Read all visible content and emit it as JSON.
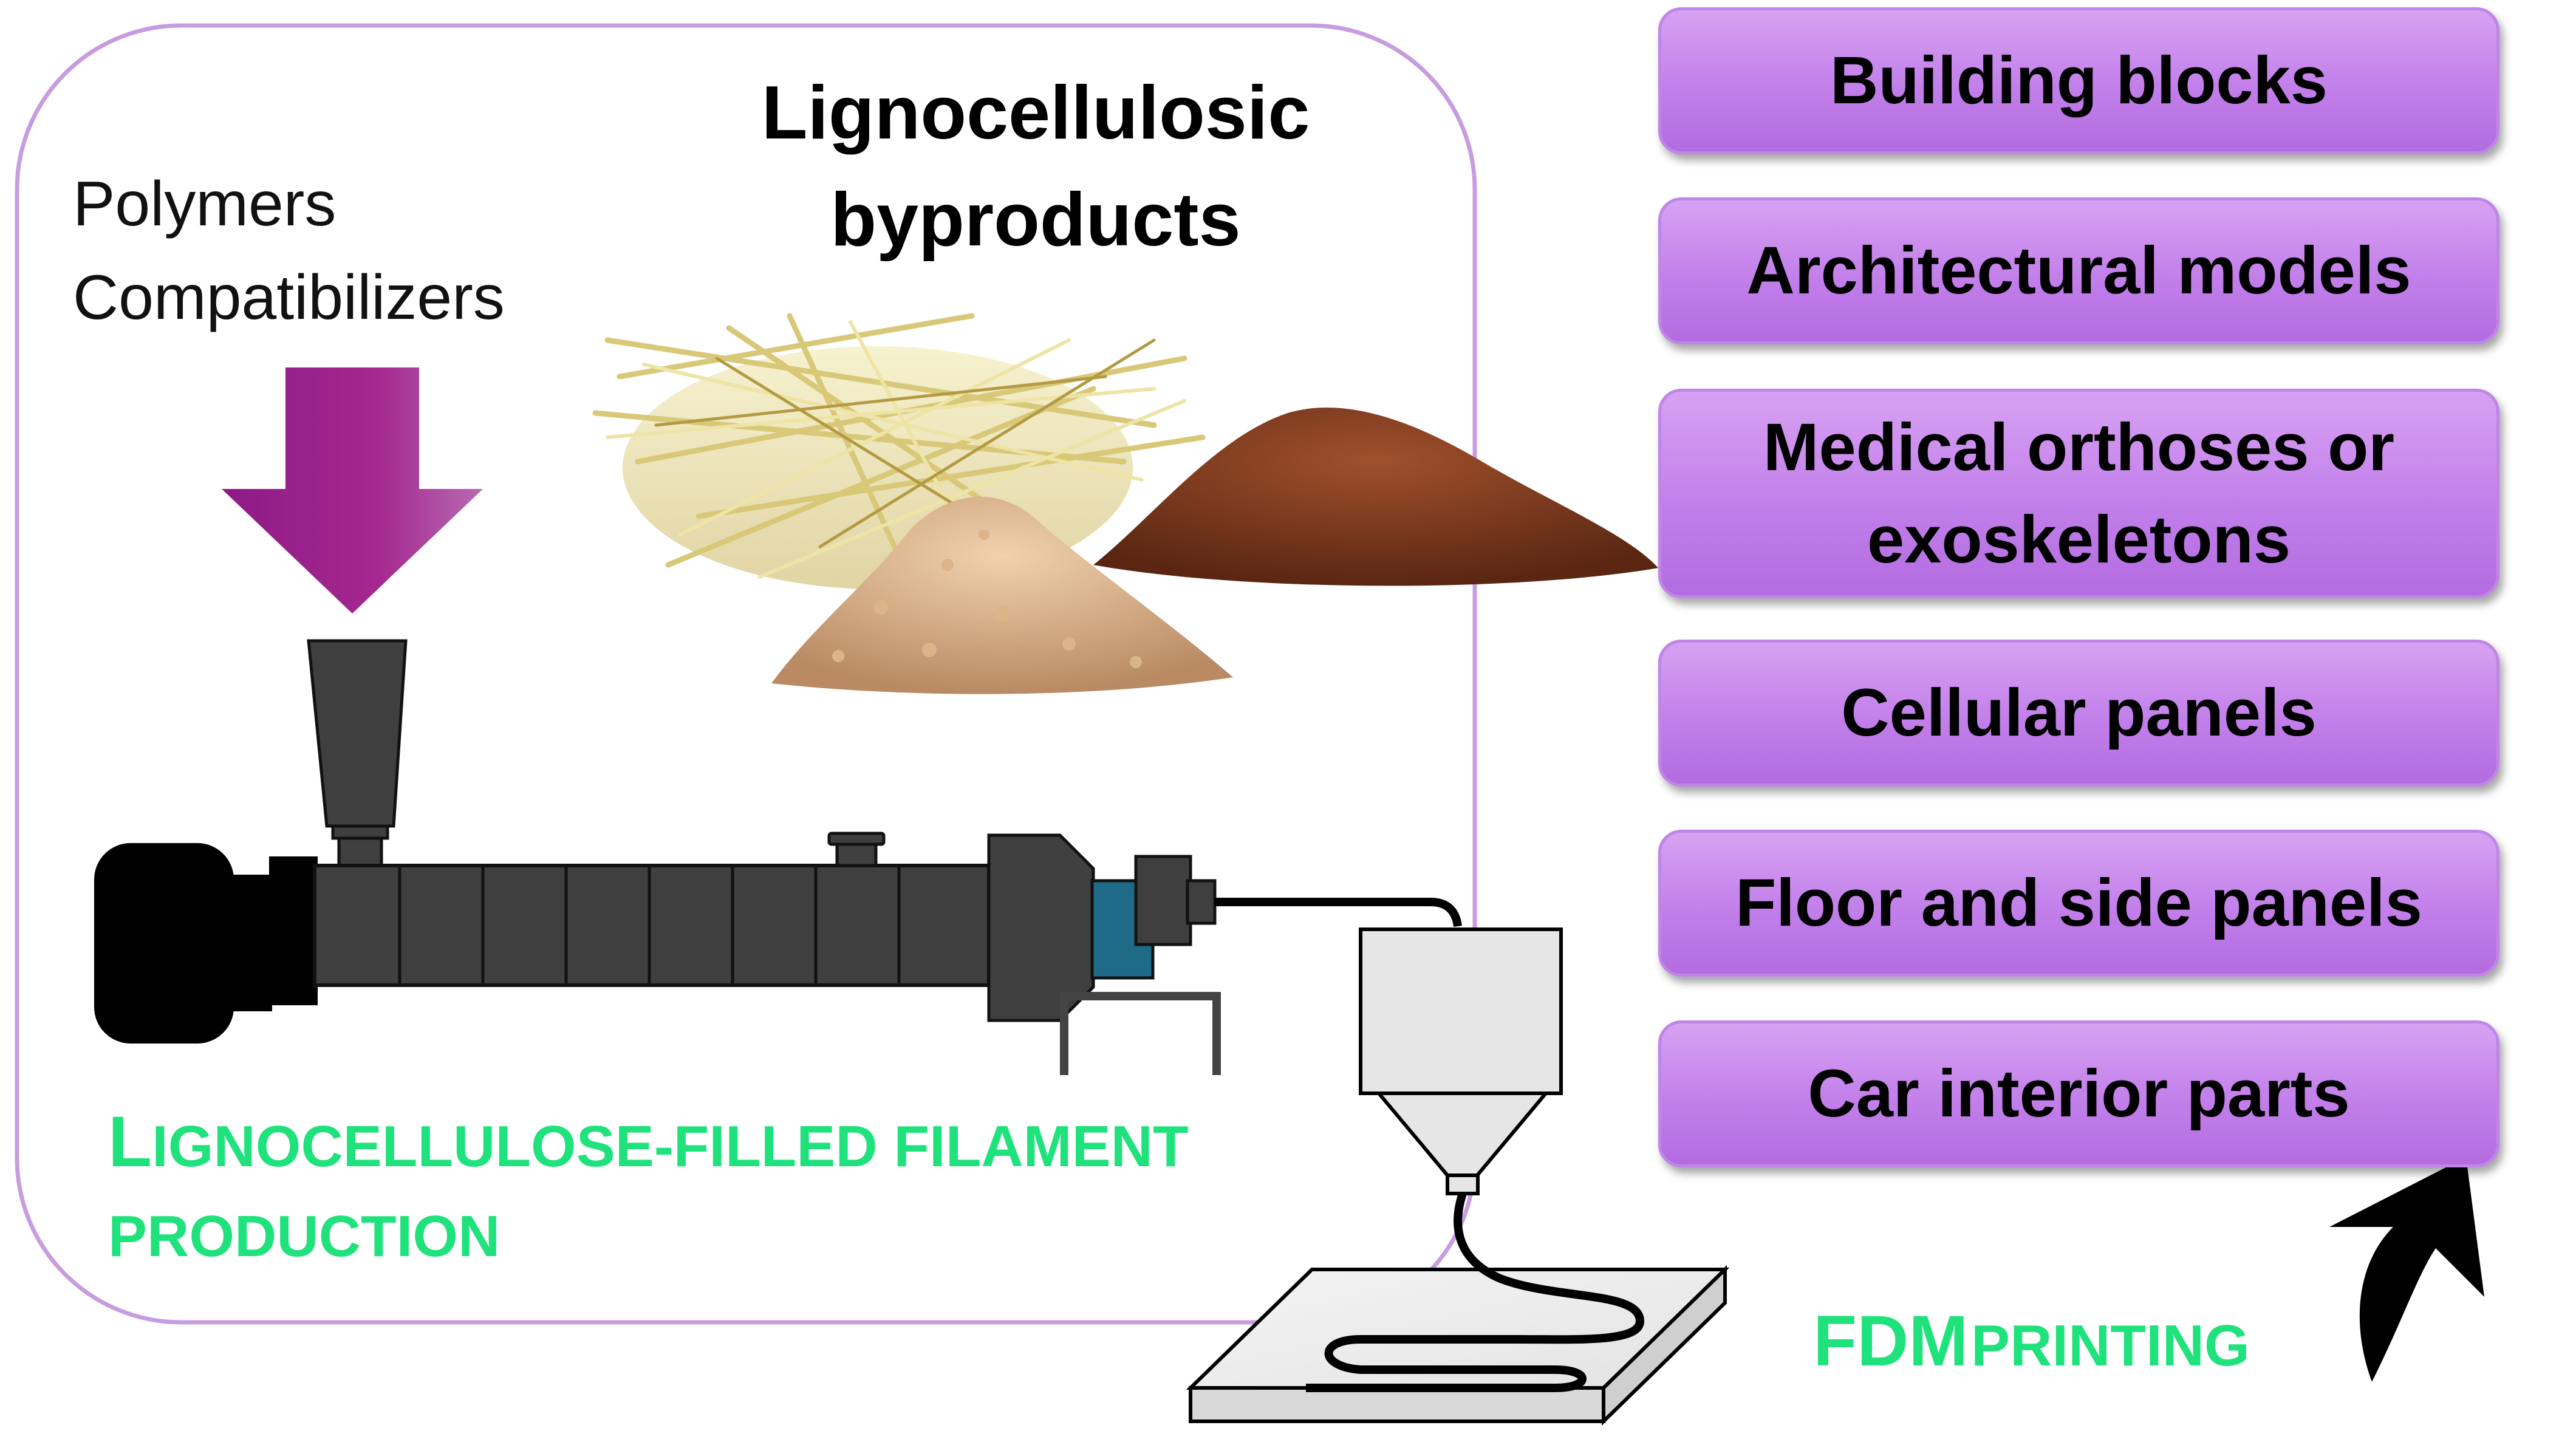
{
  "inputs": {
    "line1": "Polymers",
    "line2": "Compatibilizers"
  },
  "byproducts": {
    "line1": "Lignocellulosic",
    "line2": "byproducts"
  },
  "production": {
    "line1_cap": "L",
    "line1_rest": "IGNOCELLULOSE-FILLED FILAMENT",
    "line2": "PRODUCTION"
  },
  "printing": {
    "abbr": "FDM",
    "rest": "PRINTING"
  },
  "applications": [
    {
      "label": "Building blocks"
    },
    {
      "label": "Architectural models"
    },
    {
      "label": "Medical orthoses or\nexoskeletons"
    },
    {
      "label": "Cellular panels"
    },
    {
      "label": "Floor and side panels"
    },
    {
      "label": "Car interior parts"
    }
  ],
  "colors": {
    "accent_purple": "#a4288f",
    "box_purple": "#c27fea",
    "highlight_green": "#1fe27c",
    "extruder_gray": "#3f3f3f",
    "blue_part": "#1f6a87"
  },
  "icons": [
    "down-arrow-icon",
    "straw-pile-icon",
    "sawdust-pile-icon",
    "coffee-powder-pile-icon",
    "extruder-icon",
    "filament-line-icon",
    "print-head-icon",
    "print-bed-icon",
    "curved-arrow-icon"
  ]
}
